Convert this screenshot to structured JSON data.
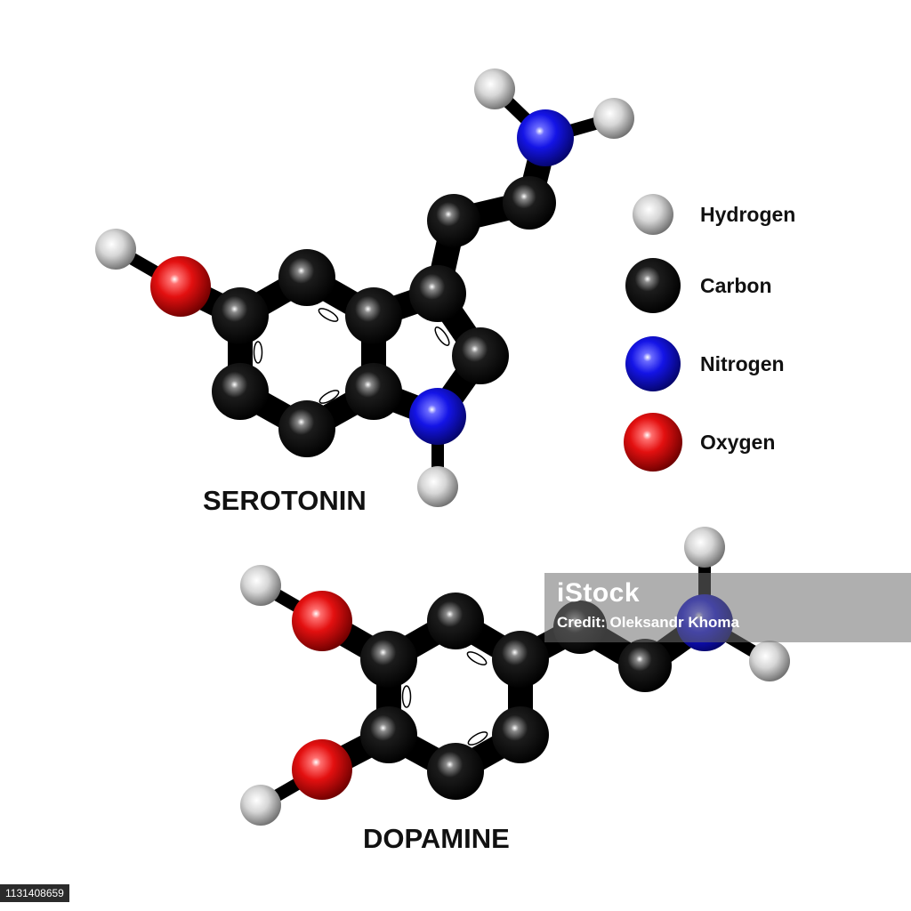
{
  "legend": {
    "items": [
      {
        "label": "Hydrogen",
        "color": "#c8c8c8"
      },
      {
        "label": "Carbon",
        "color": "#111111"
      },
      {
        "label": "Nitrogen",
        "color": "#1515e0"
      },
      {
        "label": "Oxygen",
        "color": "#e01010"
      }
    ]
  },
  "molecules": {
    "serotonin": {
      "name": "SEROTONIN"
    },
    "dopamine": {
      "name": "DOPAMINE"
    }
  },
  "watermark": {
    "brand": "iStock",
    "credit": "Credit: Oleksandr Khoma"
  },
  "stock_id": "1131408659"
}
